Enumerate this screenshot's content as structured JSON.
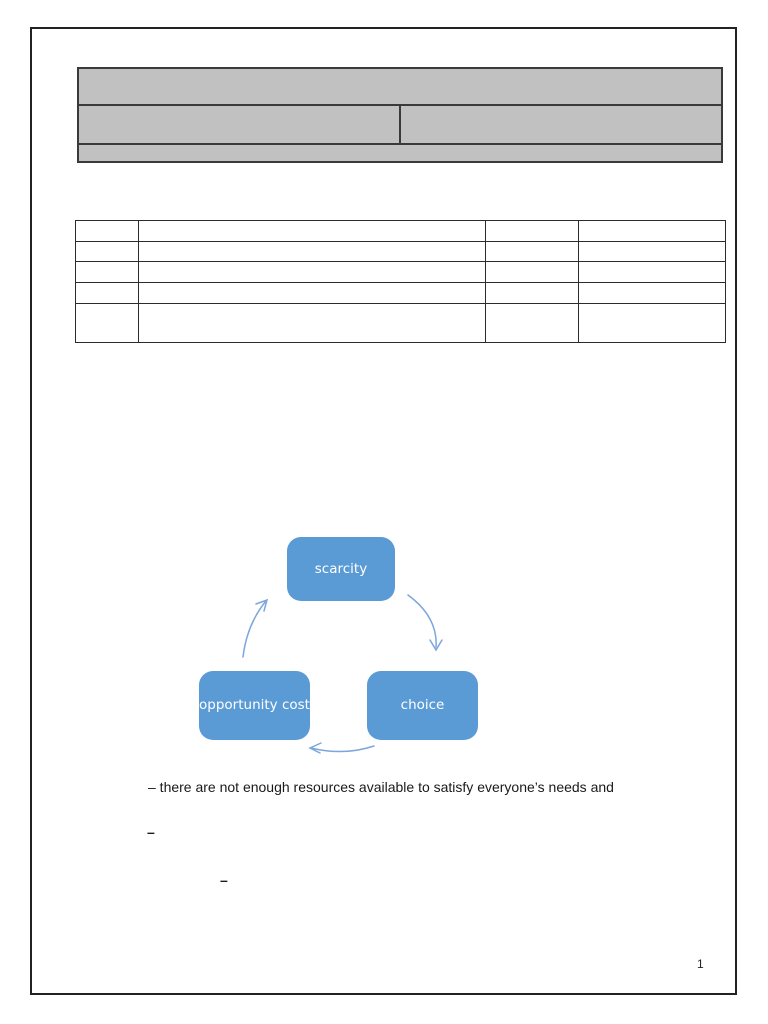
{
  "page": {
    "number": "1"
  },
  "header_table": {
    "fill": "#c1c1c1",
    "rows": [
      {
        "cells": [
          ""
        ]
      },
      {
        "cells": [
          "",
          ""
        ]
      },
      {
        "cells": [
          ""
        ]
      }
    ]
  },
  "content_table": {
    "rows": [
      {
        "cells": [
          "",
          "",
          "",
          ""
        ]
      },
      {
        "cells": [
          "",
          "",
          "",
          ""
        ]
      },
      {
        "cells": [
          "",
          "",
          "",
          ""
        ]
      },
      {
        "cells": [
          "",
          "",
          "",
          ""
        ]
      },
      {
        "cells": [
          "",
          "",
          "",
          ""
        ]
      }
    ]
  },
  "diagram": {
    "type": "cycle",
    "node_fill": "#5b9bd5",
    "arrow_color": "#7ca6dc",
    "nodes": [
      {
        "label": "scarcity"
      },
      {
        "label": "choice"
      },
      {
        "label": "opportunity cost"
      }
    ]
  },
  "body": {
    "line1": "– there are not enough resources available to satisfy everyone’s needs and",
    "dash2": "–",
    "dash3": "–"
  }
}
